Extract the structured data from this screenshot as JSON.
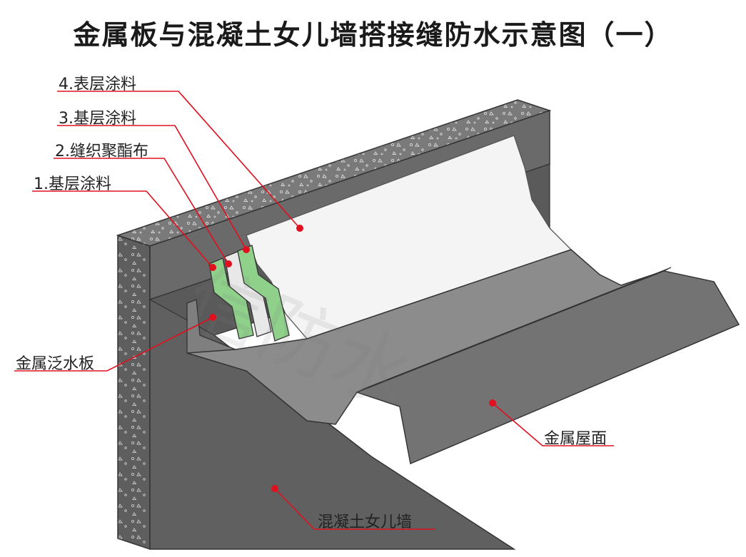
{
  "title": "金属板与混凝土女儿墙搭接缝防水示意图（一）",
  "watermark": "信防水",
  "labels": {
    "l4": "4.表层涂料",
    "l3": "3.基层涂料",
    "l2": "2.缝织聚酯布",
    "l1": "1.基层涂料",
    "flashing": "金属泛水板",
    "roof": "金属屋面",
    "wall": "混凝土女儿墙"
  },
  "colors": {
    "concrete": "#6b6b6b",
    "concrete_top": "#8a8a8a",
    "metal": "#8c8c8c",
    "metal_dark": "#5f5f5f",
    "membrane_green": "#8fd08a",
    "coating_white": "#f4f4f4",
    "leader_red": "#e0101e"
  }
}
